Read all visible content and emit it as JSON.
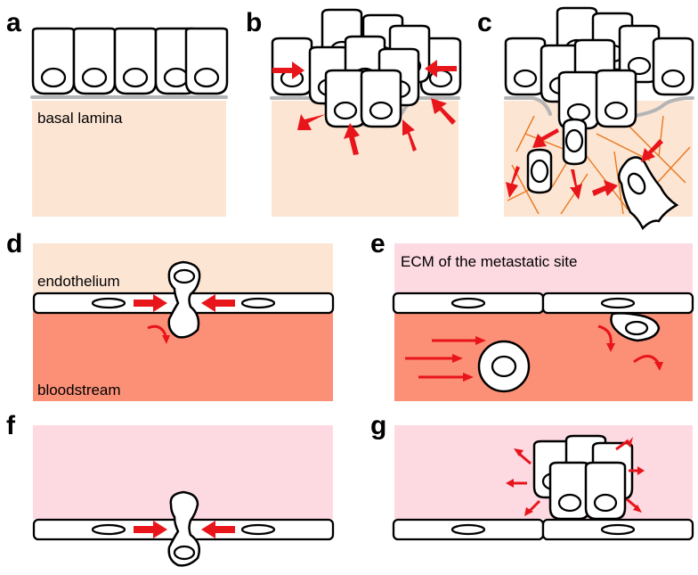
{
  "figure": {
    "panels": [
      {
        "letter": "a",
        "label": "basal lamina"
      },
      {
        "letter": "b",
        "label": ""
      },
      {
        "letter": "c",
        "label": ""
      },
      {
        "letter": "d",
        "label_top": "endothelium",
        "label_bottom": "bloodstream"
      },
      {
        "letter": "e",
        "label": "ECM of the metastatic site"
      },
      {
        "letter": "f",
        "label": ""
      },
      {
        "letter": "g",
        "label": ""
      }
    ],
    "colors": {
      "tissue": "#fde5d4",
      "blood": "#fc9077",
      "metastatic_ecm": "#fdd9e2",
      "arrow": "#e8151b",
      "fiber": "#e8781f",
      "lamina": "#b5b5b5"
    }
  }
}
